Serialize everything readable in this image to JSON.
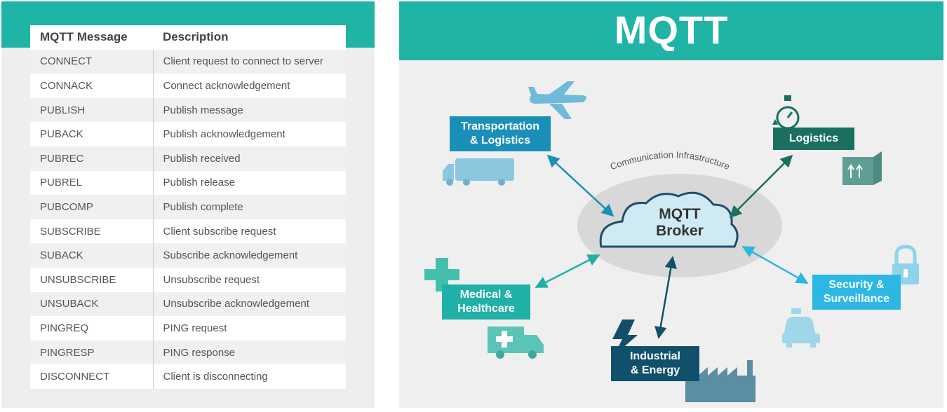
{
  "table": {
    "headers": [
      "MQTT Message",
      "Description"
    ],
    "rows": [
      [
        "CONNECT",
        "Client request to connect to server"
      ],
      [
        "CONNACK",
        "Connect acknowledgement"
      ],
      [
        "PUBLISH",
        "Publish message"
      ],
      [
        "PUBACK",
        "Publish acknowledgement"
      ],
      [
        "PUBREC",
        "Publish received"
      ],
      [
        "PUBREL",
        "Publish release"
      ],
      [
        "PUBCOMP",
        "Publish complete"
      ],
      [
        "SUBSCRIBE",
        "Client subscribe request"
      ],
      [
        "SUBACK",
        "Subscribe acknowledgement"
      ],
      [
        "UNSUBSCRIBE",
        "Unsubscribe request"
      ],
      [
        "UNSUBACK",
        "Unsubscribe acknowledgement"
      ],
      [
        "PINGREQ",
        "PING request"
      ],
      [
        "PINGRESP",
        "PING response"
      ],
      [
        "DISCONNECT",
        "Client is disconnecting"
      ]
    ]
  },
  "diagram": {
    "title": "MQTT",
    "infrastructure_label": "Communication Infrastructure",
    "broker": {
      "line1": "MQTT",
      "line2": "Broker"
    },
    "nodes": {
      "transport": {
        "line1": "Transportation",
        "line2": "& Logistics"
      },
      "logistics": {
        "line1": "Logistics"
      },
      "medical": {
        "line1": "Medical &",
        "line2": "Healthcare"
      },
      "security": {
        "line1": "Security &",
        "line2": "Surveillance"
      },
      "industrial": {
        "line1": "Industrial",
        "line2": "& Energy"
      }
    },
    "icons": [
      "airplane-icon",
      "truck-icon",
      "stopwatch-icon",
      "package-icon",
      "medical-cross-icon",
      "ambulance-icon",
      "lock-icon",
      "police-car-icon",
      "lightning-icon",
      "factory-icon",
      "cloud-icon"
    ],
    "colors": {
      "banner": "#1fb4a6",
      "transport": "#1a8fb8",
      "logistics": "#1a6f61",
      "medical": "#1fb0a8",
      "security": "#2cb8e2",
      "industrial": "#11506b"
    }
  }
}
